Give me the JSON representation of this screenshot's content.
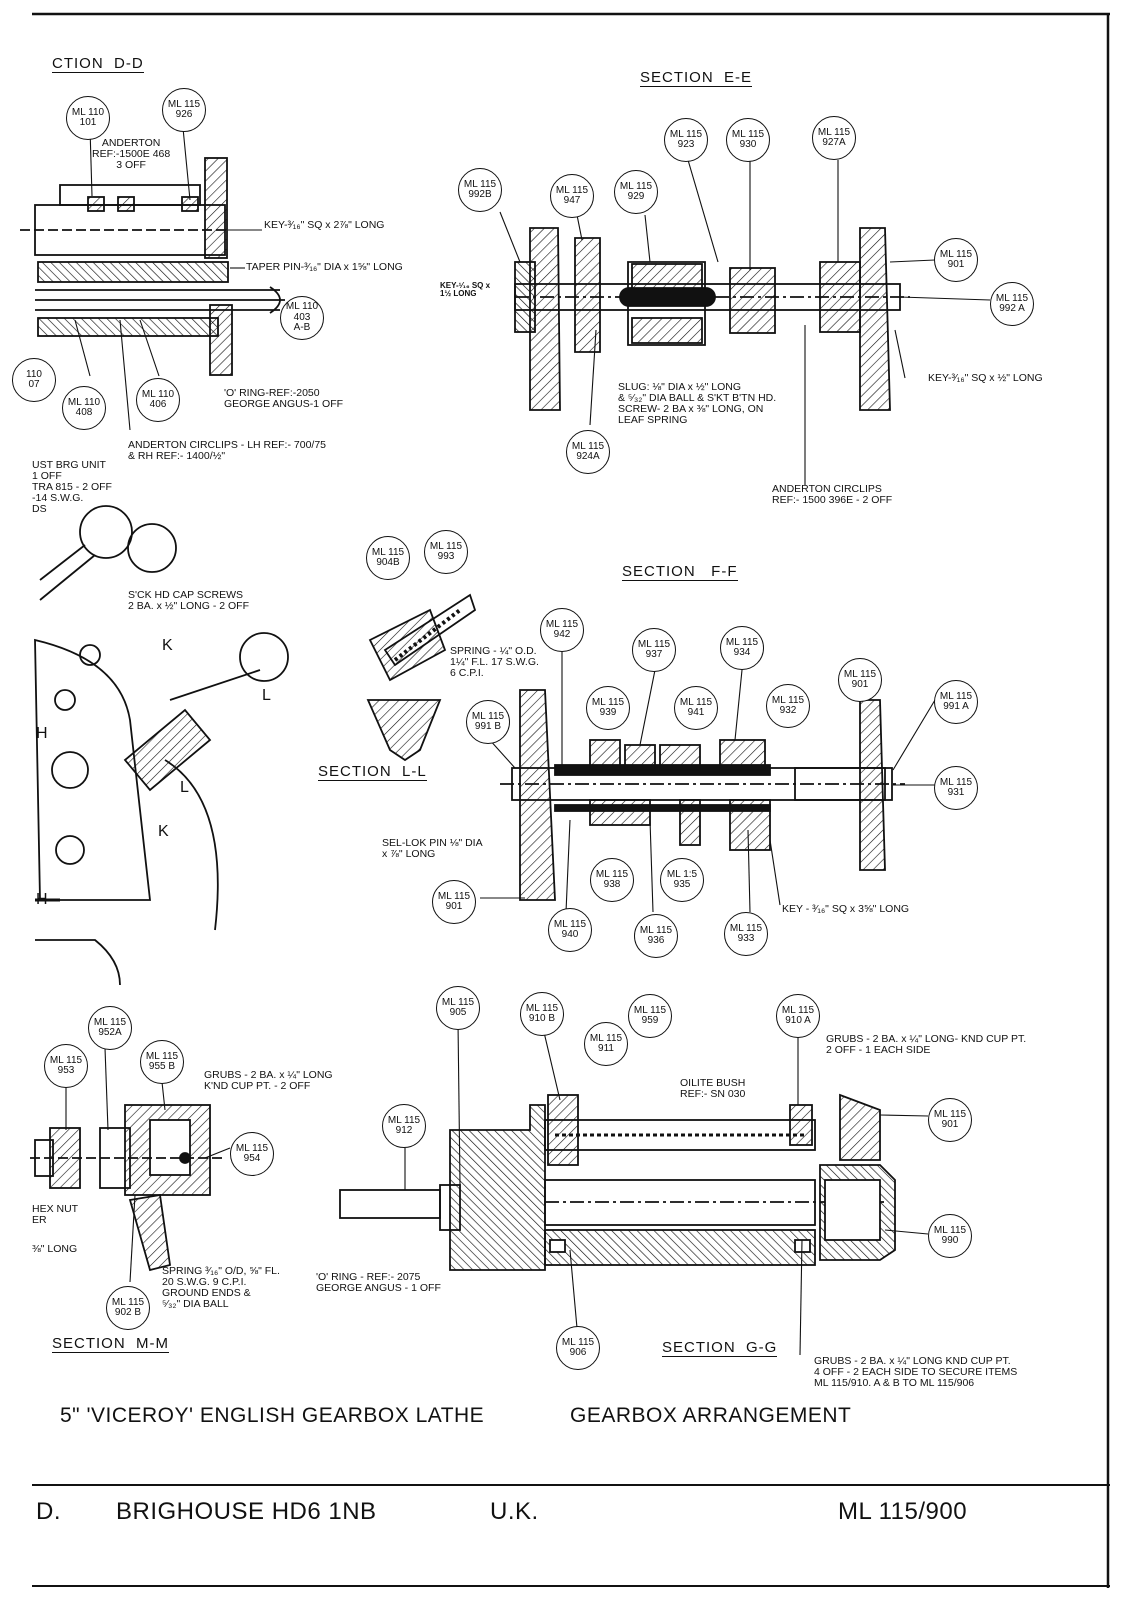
{
  "sections": {
    "d": "CTION  D-D",
    "e": "SECTION  E-E",
    "f": "SECTION   F-F",
    "l": "SECTION  L-L",
    "m": "SECTION  M-M",
    "g": "SECTION  G-G"
  },
  "bubbles": [
    {
      "id": "b-110-101",
      "a": "ML 110",
      "b": "101"
    },
    {
      "id": "b-115-926",
      "a": "ML 115",
      "b": "926"
    },
    {
      "id": "b-110-403",
      "a": "ML 110",
      "b": "403",
      "c": "A-B"
    },
    {
      "id": "b-110-407",
      "a": "110",
      "b": "07"
    },
    {
      "id": "b-110-408",
      "a": "ML 110",
      "b": "408"
    },
    {
      "id": "b-110-406",
      "a": "ML 110",
      "b": "406"
    },
    {
      "id": "b-115-992b",
      "a": "ML 115",
      "b": "992B"
    },
    {
      "id": "b-115-947",
      "a": "ML 115",
      "b": "947"
    },
    {
      "id": "b-115-929",
      "a": "ML 115",
      "b": "929"
    },
    {
      "id": "b-115-923",
      "a": "ML 115",
      "b": "923"
    },
    {
      "id": "b-115-930",
      "a": "ML 115",
      "b": "930"
    },
    {
      "id": "b-115-927a",
      "a": "ML 115",
      "b": "927A"
    },
    {
      "id": "b-115-901-e",
      "a": "ML 115",
      "b": "901"
    },
    {
      "id": "b-115-992a",
      "a": "ML 115",
      "b": "992 A"
    },
    {
      "id": "b-115-924a",
      "a": "ML 115",
      "b": "924A"
    },
    {
      "id": "b-115-904b",
      "a": "ML 115",
      "b": "904B"
    },
    {
      "id": "b-115-993",
      "a": "ML 115",
      "b": "993"
    },
    {
      "id": "b-115-942",
      "a": "ML 115",
      "b": "942"
    },
    {
      "id": "b-115-937",
      "a": "ML 115",
      "b": "937"
    },
    {
      "id": "b-115-934",
      "a": "ML 115",
      "b": "934"
    },
    {
      "id": "b-115-901-f",
      "a": "ML 115",
      "b": "901"
    },
    {
      "id": "b-115-939",
      "a": "ML 115",
      "b": "939"
    },
    {
      "id": "b-115-941",
      "a": "ML 115",
      "b": "941"
    },
    {
      "id": "b-115-932",
      "a": "ML 115",
      "b": "932"
    },
    {
      "id": "b-115-991a",
      "a": "ML 115",
      "b": "991 A"
    },
    {
      "id": "b-115-991b",
      "a": "ML 115",
      "b": "991 B"
    },
    {
      "id": "b-115-931",
      "a": "ML 115",
      "b": "931"
    },
    {
      "id": "b-115-938",
      "a": "ML 115",
      "b": "938"
    },
    {
      "id": "b-115-935",
      "a": "ML 1:5",
      "b": "935"
    },
    {
      "id": "b-115-901-f2",
      "a": "ML 115",
      "b": "901"
    },
    {
      "id": "b-115-940",
      "a": "ML 115",
      "b": "940"
    },
    {
      "id": "b-115-936",
      "a": "ML 115",
      "b": "936"
    },
    {
      "id": "b-115-933",
      "a": "ML 115",
      "b": "933"
    },
    {
      "id": "b-115-952a",
      "a": "ML 115",
      "b": "952A"
    },
    {
      "id": "b-115-953",
      "a": "ML 115",
      "b": "953"
    },
    {
      "id": "b-115-955b",
      "a": "ML 115",
      "b": "955 B"
    },
    {
      "id": "b-115-954",
      "a": "ML 115",
      "b": "954"
    },
    {
      "id": "b-115-902b",
      "a": "ML 115",
      "b": "902 B"
    },
    {
      "id": "b-115-905",
      "a": "ML 115",
      "b": "905"
    },
    {
      "id": "b-115-910b",
      "a": "ML 115",
      "b": "910 B"
    },
    {
      "id": "b-115-911",
      "a": "ML 115",
      "b": "911"
    },
    {
      "id": "b-115-959",
      "a": "ML 115",
      "b": "959"
    },
    {
      "id": "b-115-910a",
      "a": "ML 115",
      "b": "910 A"
    },
    {
      "id": "b-115-912",
      "a": "ML 115",
      "b": "912"
    },
    {
      "id": "b-115-901-g",
      "a": "ML 115",
      "b": "901"
    },
    {
      "id": "b-115-990",
      "a": "ML 115",
      "b": "990"
    },
    {
      "id": "b-115-906",
      "a": "ML 115",
      "b": "906"
    }
  ],
  "notes": {
    "anderton_ref": "ANDERTON\nREF:-1500E 468\n3 OFF",
    "key_d": "KEY-³⁄₁₆\" SQ x 2⅞\" LONG",
    "taper_pin": "TAPER PIN-³⁄₁₆\" DIA x 1⅝\" LONG",
    "o_ring_d": "'O' RING-REF:-2050\nGEORGE ANGUS-1 OFF",
    "anderton_circlips_d": "ANDERTON CIRCLIPS - LH REF:- 700/75\n& RH REF:- 1400/½\"",
    "thrust_brg": "UST BRG UNIT\n1 OFF\nTRA 815 - 2 OFF\n-14 S.W.G.\nDS",
    "key_e_left": "KEY-¹⁄₁₆ SQ x\n1½ LONG",
    "slug": "SLUG: ⅛\" DIA x ½\" LONG\n& ⁵⁄₃₂\" DIA BALL & S'KT B'TN HD.\nSCREW- 2 BA x ⅜\" LONG, ON\nLEAF SPRING",
    "key_e_right": "KEY-³⁄₁₆\" SQ x ½\" LONG",
    "anderton_circlips_e": "ANDERTON CIRCLIPS\nREF:- 1500 396E - 2 OFF",
    "skt_cap": "S'CK HD CAP SCREWS\n2 BA. x ½\" LONG - 2 OFF",
    "spring_l": "SPRING - ¼\" O.D.\n1¼\" F.L. 17 S.W.G.\n6 C.P.I.",
    "sel_lok": "SEL-LOK PIN ⅛\" DIA\nx ⅞\" LONG",
    "key_f": "KEY - ³⁄₁₆\" SQ x 3⅝\" LONG",
    "grubs_m": "GRUBS - 2 BA. x ¼\" LONG\nK'ND CUP PT. - 2 OFF",
    "hex_nut": "HEX NUT\nER",
    "long_m": "⅜\" LONG",
    "spring_m": "SPRING ³⁄₁₆\" O/D, ⅝\" FL.\n20 S.W.G. 9 C.P.I.\nGROUND ENDS &\n⁵⁄₃₂\" DIA BALL",
    "oilite": "OILITE BUSH\nREF:- SN 030",
    "grubs_g_top": "GRUBS - 2 BA. x ¼\" LONG- KND CUP PT.\n2 OFF - 1 EACH SIDE",
    "o_ring_g": "'O' RING - REF:- 2075\nGEORGE ANGUS - 1 OFF",
    "grubs_g_bottom": "GRUBS - 2 BA. x ¼\" LONG KND CUP PT.\n4 OFF - 2 EACH SIDE TO SECURE ITEMS\nML 115/910. A & B TO ML 115/906",
    "mark_h": "H",
    "mark_k": "K",
    "mark_l": "L"
  },
  "drawing_title": {
    "left": "5\" 'VICEROY' ENGLISH GEARBOX LATHE",
    "right": "GEARBOX ARRANGEMENT"
  },
  "footer": {
    "prefix": "D.",
    "address": "BRIGHOUSE HD6 1NB",
    "country": "U.K.",
    "drawing_no": "ML 115/900"
  }
}
